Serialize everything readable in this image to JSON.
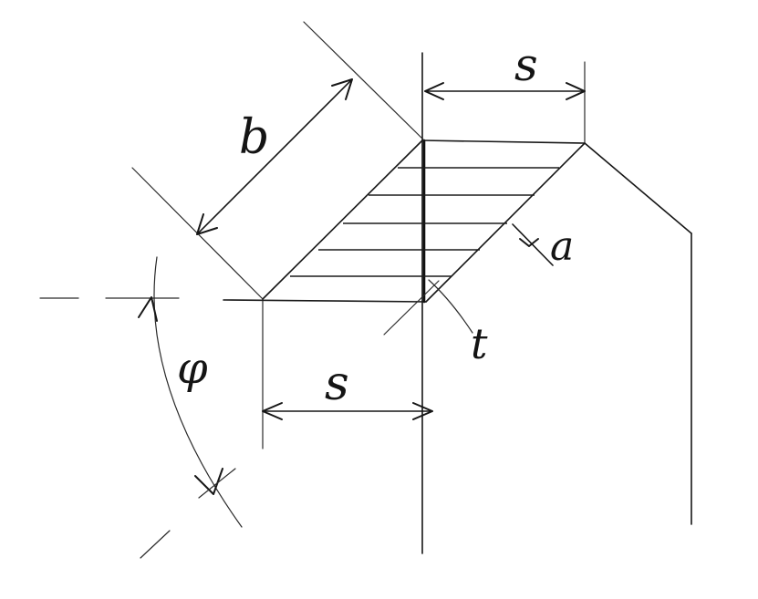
{
  "diagram": {
    "labels": {
      "b": "b",
      "s_top": "s",
      "s_bottom": "s",
      "a": "a",
      "t": "t",
      "phi": "φ"
    },
    "colors": {
      "ink": "#161616",
      "paper": "#ffffff"
    }
  }
}
